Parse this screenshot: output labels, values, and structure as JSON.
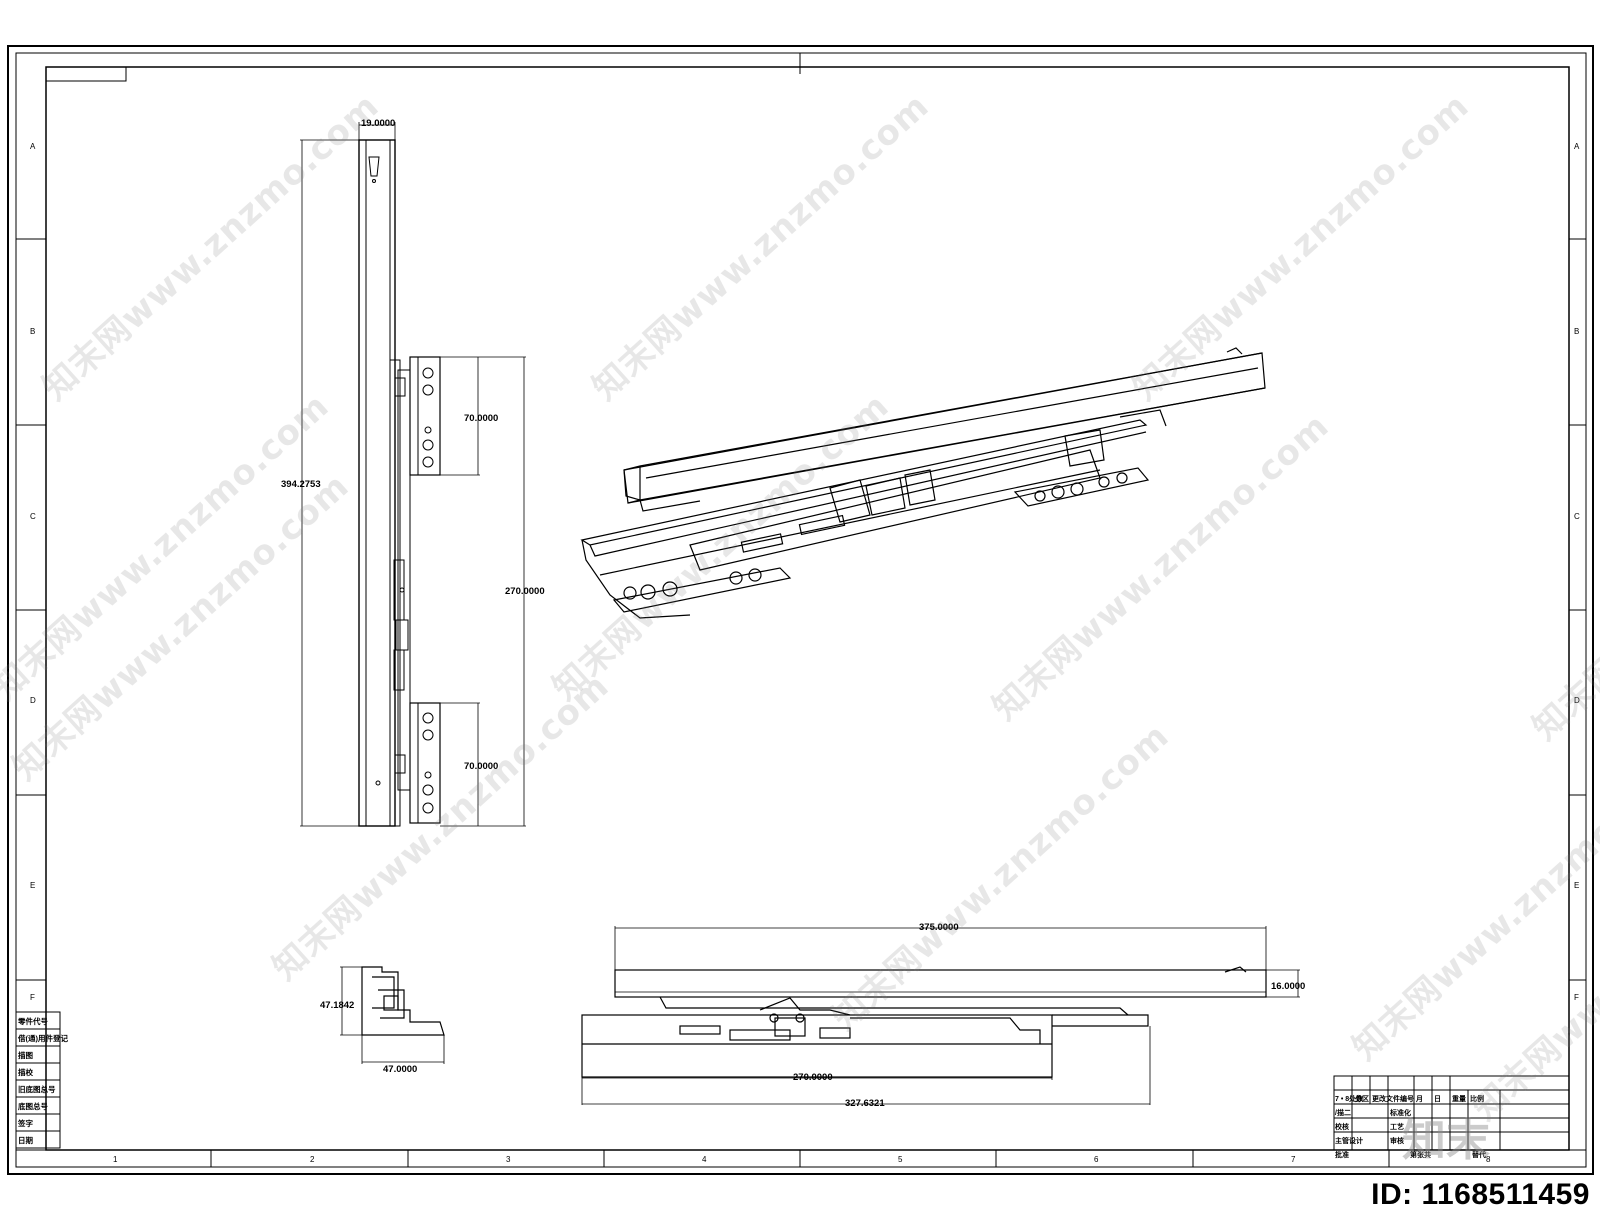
{
  "drawing": {
    "row_letters": [
      "A",
      "B",
      "C",
      "D",
      "E",
      "F"
    ],
    "col_numbers": [
      "1",
      "2",
      "3",
      "4",
      "5",
      "6",
      "7",
      "8"
    ],
    "dimensions": {
      "side_width": "19.0000",
      "side_height": "394.2753",
      "bracket_top": "70.0000",
      "bracket_span": "270.0000",
      "bracket_bottom": "70.0000",
      "profile_height": "47.1842",
      "profile_width": "47.0000",
      "top_length": "375.0000",
      "top_thickness": "16.0000",
      "bottom_length_inner": "270.0000",
      "bottom_length_outer": "327.6321"
    },
    "left_table": [
      "零件代号",
      "借(通)用件登记",
      "描图",
      "描校",
      "旧底图总号",
      "底图总号",
      "签字",
      "日期"
    ],
    "title_block": {
      "r1": [
        "7 • 8处数",
        "分区",
        "更改文件编号",
        "月",
        "日",
        "重量",
        "比例"
      ],
      "r2": [
        "/描二",
        "标准化"
      ],
      "r3": [
        "校核",
        "工艺"
      ],
      "r4": [
        "主管设计",
        "审核"
      ],
      "r5": [
        "批准",
        "第张共",
        "替代"
      ]
    },
    "watermark": "知末网www.znzmo.com",
    "logo": "知末",
    "id_label": "ID: 1168511459"
  }
}
